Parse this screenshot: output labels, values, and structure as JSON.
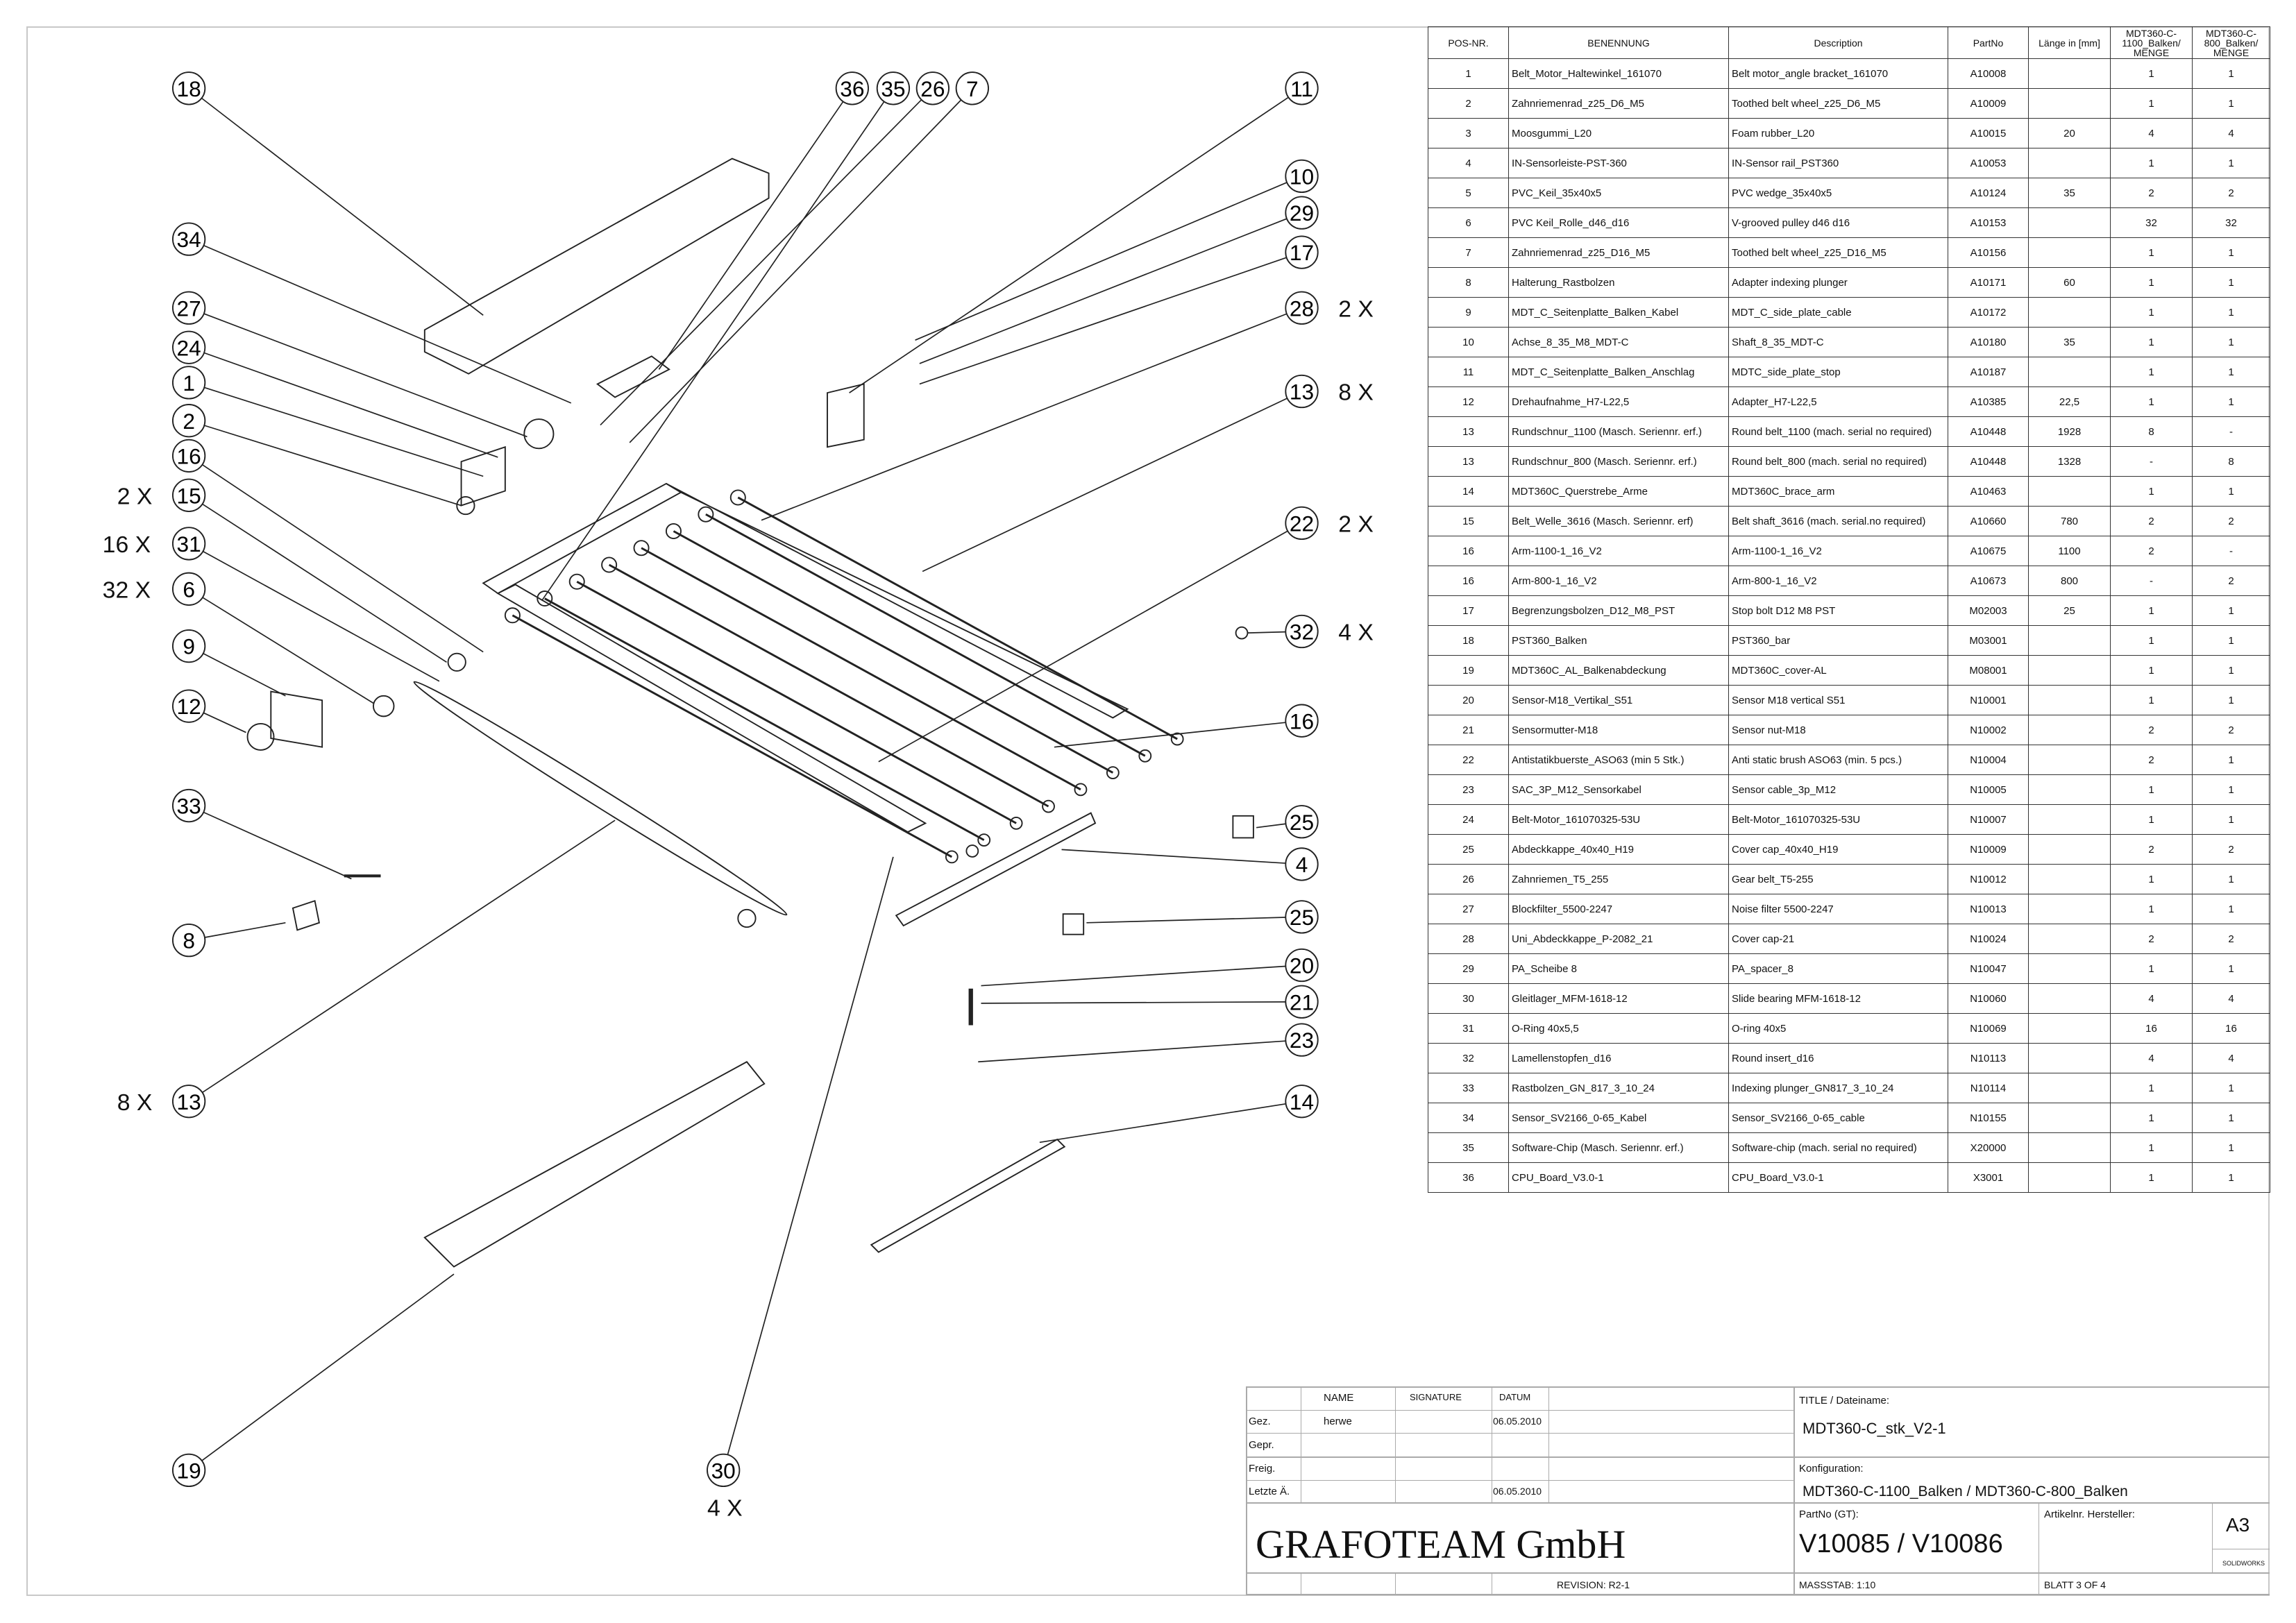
{
  "bom": {
    "headers": [
      "POS-NR.",
      "BENENNUNG",
      "Description",
      "PartNo",
      "Länge in [mm]",
      "MDT360-C-1100_Balken/ MENGE",
      "MDT360-C-800_Balken/ MENGE"
    ],
    "rows": [
      [
        "1",
        "Belt_Motor_Haltewinkel_161070",
        "Belt motor_angle bracket_161070",
        "A10008",
        "",
        "1",
        "1"
      ],
      [
        "2",
        "Zahnriemenrad_z25_D6_M5",
        "Toothed belt wheel_z25_D6_M5",
        "A10009",
        "",
        "1",
        "1"
      ],
      [
        "3",
        "Moosgummi_L20",
        "Foam rubber_L20",
        "A10015",
        "20",
        "4",
        "4"
      ],
      [
        "4",
        "IN-Sensorleiste-PST-360",
        "IN-Sensor rail_PST360",
        "A10053",
        "",
        "1",
        "1"
      ],
      [
        "5",
        "PVC_Keil_35x40x5",
        "PVC wedge_35x40x5",
        "A10124",
        "35",
        "2",
        "2"
      ],
      [
        "6",
        "PVC Keil_Rolle_d46_d16",
        "V-grooved pulley d46 d16",
        "A10153",
        "",
        "32",
        "32"
      ],
      [
        "7",
        "Zahnriemenrad_z25_D16_M5",
        "Toothed belt wheel_z25_D16_M5",
        "A10156",
        "",
        "1",
        "1"
      ],
      [
        "8",
        "Halterung_Rastbolzen",
        "Adapter indexing plunger",
        "A10171",
        "60",
        "1",
        "1"
      ],
      [
        "9",
        "MDT_C_Seitenplatte_Balken_Kabel",
        "MDT_C_side_plate_cable",
        "A10172",
        "",
        "1",
        "1"
      ],
      [
        "10",
        "Achse_8_35_M8_MDT-C",
        "Shaft_8_35_MDT-C",
        "A10180",
        "35",
        "1",
        "1"
      ],
      [
        "11",
        "MDT_C_Seitenplatte_Balken_Anschlag",
        "MDTC_side_plate_stop",
        "A10187",
        "",
        "1",
        "1"
      ],
      [
        "12",
        "Drehaufnahme_H7-L22,5",
        "Adapter_H7-L22,5",
        "A10385",
        "22,5",
        "1",
        "1"
      ],
      [
        "13",
        "Rundschnur_1100 (Masch. Seriennr. erf.)",
        "Round belt_1100 (mach. serial no required)",
        "A10448",
        "1928",
        "8",
        "-"
      ],
      [
        "13",
        "Rundschnur_800 (Masch. Seriennr. erf.)",
        "Round belt_800 (mach. serial no required)",
        "A10448",
        "1328",
        "-",
        "8"
      ],
      [
        "14",
        "MDT360C_Querstrebe_Arme",
        "MDT360C_brace_arm",
        "A10463",
        "",
        "1",
        "1"
      ],
      [
        "15",
        "Belt_Welle_3616 (Masch. Seriennr. erf)",
        "Belt shaft_3616 (mach. serial.no required)",
        "A10660",
        "780",
        "2",
        "2"
      ],
      [
        "16",
        "Arm-1100-1_16_V2",
        "Arm-1100-1_16_V2",
        "A10675",
        "1100",
        "2",
        "-"
      ],
      [
        "16",
        "Arm-800-1_16_V2",
        "Arm-800-1_16_V2",
        "A10673",
        "800",
        "-",
        "2"
      ],
      [
        "17",
        "Begrenzungsbolzen_D12_M8_PST",
        "Stop bolt D12 M8 PST",
        "M02003",
        "25",
        "1",
        "1"
      ],
      [
        "18",
        "PST360_Balken",
        "PST360_bar",
        "M03001",
        "",
        "1",
        "1"
      ],
      [
        "19",
        "MDT360C_AL_Balkenabdeckung",
        "MDT360C_cover-AL",
        "M08001",
        "",
        "1",
        "1"
      ],
      [
        "20",
        "Sensor-M18_Vertikal_S51",
        "Sensor M18 vertical S51",
        "N10001",
        "",
        "1",
        "1"
      ],
      [
        "21",
        "Sensormutter-M18",
        "Sensor nut-M18",
        "N10002",
        "",
        "2",
        "2"
      ],
      [
        "22",
        "Antistatikbuerste_ASO63 (min 5 Stk.)",
        "Anti static brush ASO63 (min. 5 pcs.)",
        "N10004",
        "",
        "2",
        "1"
      ],
      [
        "23",
        "SAC_3P_M12_Sensorkabel",
        "Sensor cable_3p_M12",
        "N10005",
        "",
        "1",
        "1"
      ],
      [
        "24",
        "Belt-Motor_161070325-53U",
        "Belt-Motor_161070325-53U",
        "N10007",
        "",
        "1",
        "1"
      ],
      [
        "25",
        "Abdeckkappe_40x40_H19",
        "Cover cap_40x40_H19",
        "N10009",
        "",
        "2",
        "2"
      ],
      [
        "26",
        "Zahnriemen_T5_255",
        "Gear belt_T5-255",
        "N10012",
        "",
        "1",
        "1"
      ],
      [
        "27",
        "Blockfilter_5500-2247",
        "Noise filter 5500-2247",
        "N10013",
        "",
        "1",
        "1"
      ],
      [
        "28",
        "Uni_Abdeckkappe_P-2082_21",
        "Cover cap-21",
        "N10024",
        "",
        "2",
        "2"
      ],
      [
        "29",
        "PA_Scheibe 8",
        "PA_spacer_8",
        "N10047",
        "",
        "1",
        "1"
      ],
      [
        "30",
        "Gleitlager_MFM-1618-12",
        "Slide bearing MFM-1618-12",
        "N10060",
        "",
        "4",
        "4"
      ],
      [
        "31",
        "O-Ring 40x5,5",
        "O-ring 40x5",
        "N10069",
        "",
        "16",
        "16"
      ],
      [
        "32",
        "Lamellenstopfen_d16",
        "Round insert_d16",
        "N10113",
        "",
        "4",
        "4"
      ],
      [
        "33",
        "Rastbolzen_GN_817_3_10_24",
        "Indexing plunger_GN817_3_10_24",
        "N10114",
        "",
        "1",
        "1"
      ],
      [
        "34",
        "Sensor_SV2166_0-65_Kabel",
        "Sensor_SV2166_0-65_cable",
        "N10155",
        "",
        "1",
        "1"
      ],
      [
        "35",
        "Software-Chip (Masch. Seriennr. erf.)",
        "Software-chip (mach. serial no required)",
        "X20000",
        "",
        "1",
        "1"
      ],
      [
        "36",
        "CPU_Board_V3.0-1",
        "CPU_Board_V3.0-1",
        "X3001",
        "",
        "1",
        "1"
      ]
    ]
  },
  "balloons": [
    "18",
    "36",
    "35",
    "26",
    "7",
    "11",
    "10",
    "29",
    "17",
    "28",
    "13",
    "34",
    "27",
    "24",
    "1",
    "2",
    "16",
    "15",
    "31",
    "6",
    "22",
    "32",
    "9",
    "12",
    "16",
    "33",
    "25",
    "4",
    "8",
    "25",
    "20",
    "21",
    "23",
    "13",
    "14",
    "19",
    "30"
  ],
  "quantities": {
    "q28": "2 X",
    "q13r": "8 X",
    "q15": "2 X",
    "q31": "16 X",
    "q6": "32 X",
    "q22": "2 X",
    "q32": "4 X",
    "q13l": "8 X",
    "q30": "4 X"
  },
  "title_block": {
    "col_name": "NAME",
    "col_signature": "SIGNATURE",
    "col_datum": "DATUM",
    "gez": "Gez.",
    "gez_name": "herwe",
    "gez_date": "06.05.2010",
    "gepr": "Gepr.",
    "freig": "Freig.",
    "letzte": "Letzte Ä.",
    "letzte_date": "06.05.2010",
    "title_label": "TITLE / Dateiname:",
    "title_value": "MDT360-C_stk_V2-1",
    "config_label": "Konfiguration:",
    "config_value": "MDT360-C-1100_Balken / MDT360-C-800_Balken",
    "company": "GRAFOTEAM GmbH",
    "partno_label": "PartNo (GT):",
    "partno_value": "V10085 / V10086",
    "artikel_label": "Artikelnr. Hersteller:",
    "format": "A3",
    "software": "SOLIDWORKS",
    "revision": "REVISION:   R2-1",
    "massstab": "MASSSTAB: 1:10",
    "blatt": "BLATT 3 OF 4"
  }
}
